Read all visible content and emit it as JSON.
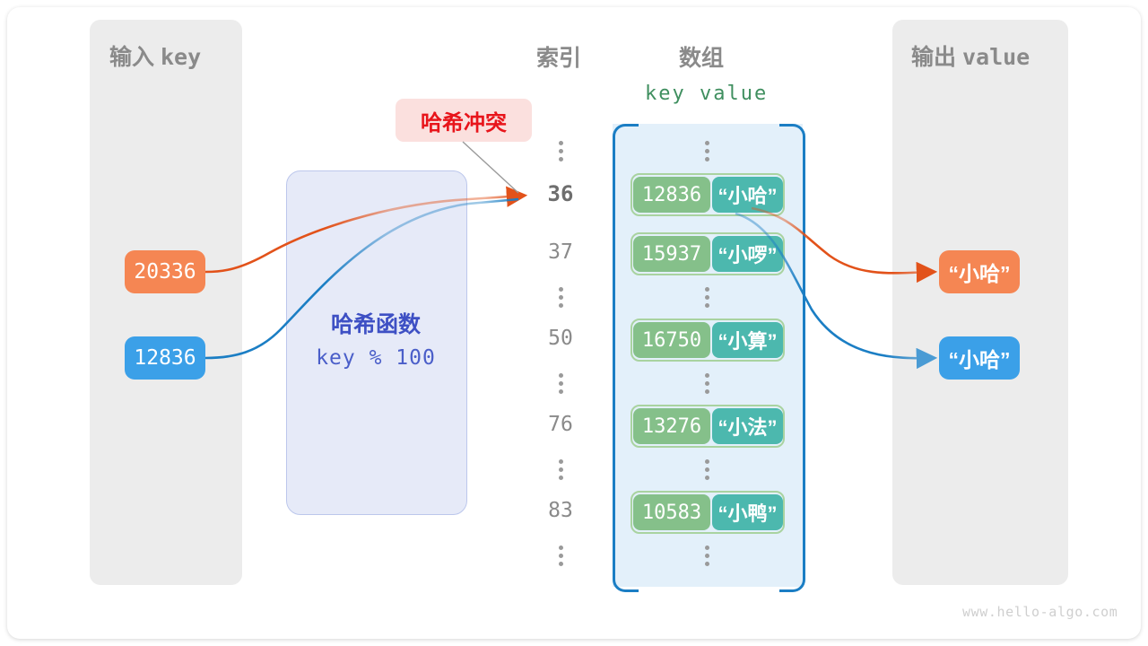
{
  "panels": {
    "input": {
      "title_cn": "输入",
      "title_mono": "key"
    },
    "output": {
      "title_cn": "输出",
      "title_mono": "value"
    }
  },
  "headings": {
    "index": "索引",
    "array": "数组",
    "key_value": "key  value"
  },
  "hash_function": {
    "title": "哈希函数",
    "expression": "key % 100"
  },
  "collision": {
    "label": "哈希冲突"
  },
  "input_keys": [
    {
      "value": "20336",
      "color": "#f58653"
    },
    {
      "value": "12836",
      "color": "#3ba0e8"
    }
  ],
  "output_values": [
    {
      "value": "“小哈”",
      "color": "#f58653"
    },
    {
      "value": "“小哈”",
      "color": "#3ba0e8"
    }
  ],
  "buckets": [
    {
      "index": "36",
      "key": "12836",
      "value": "“小哈”",
      "highlight": true
    },
    {
      "index": "37",
      "key": "15937",
      "value": "“小啰”",
      "highlight": false
    },
    {
      "index": "50",
      "key": "16750",
      "value": "“小算”",
      "highlight": false
    },
    {
      "index": "76",
      "key": "13276",
      "value": "“小法”",
      "highlight": false
    },
    {
      "index": "83",
      "key": "10583",
      "value": "“小鸭”",
      "highlight": false
    }
  ],
  "colors": {
    "key_cell": "#85c08a",
    "value_cell": "#4cb8ae",
    "entry_border": "#a9d3a0",
    "array_fill": "#e3f0fa",
    "bracket": "#1b7ec4",
    "panel_fill": "#ececec",
    "hash_fill": "#e6eaf8",
    "hash_text": "#3e50c4",
    "collision_fill": "#fbe0de",
    "collision_text": "#e8151b",
    "orange_wire": "#e2521a",
    "blue_wire": "#1b7ec4"
  },
  "watermark": "www.hello-algo.com"
}
